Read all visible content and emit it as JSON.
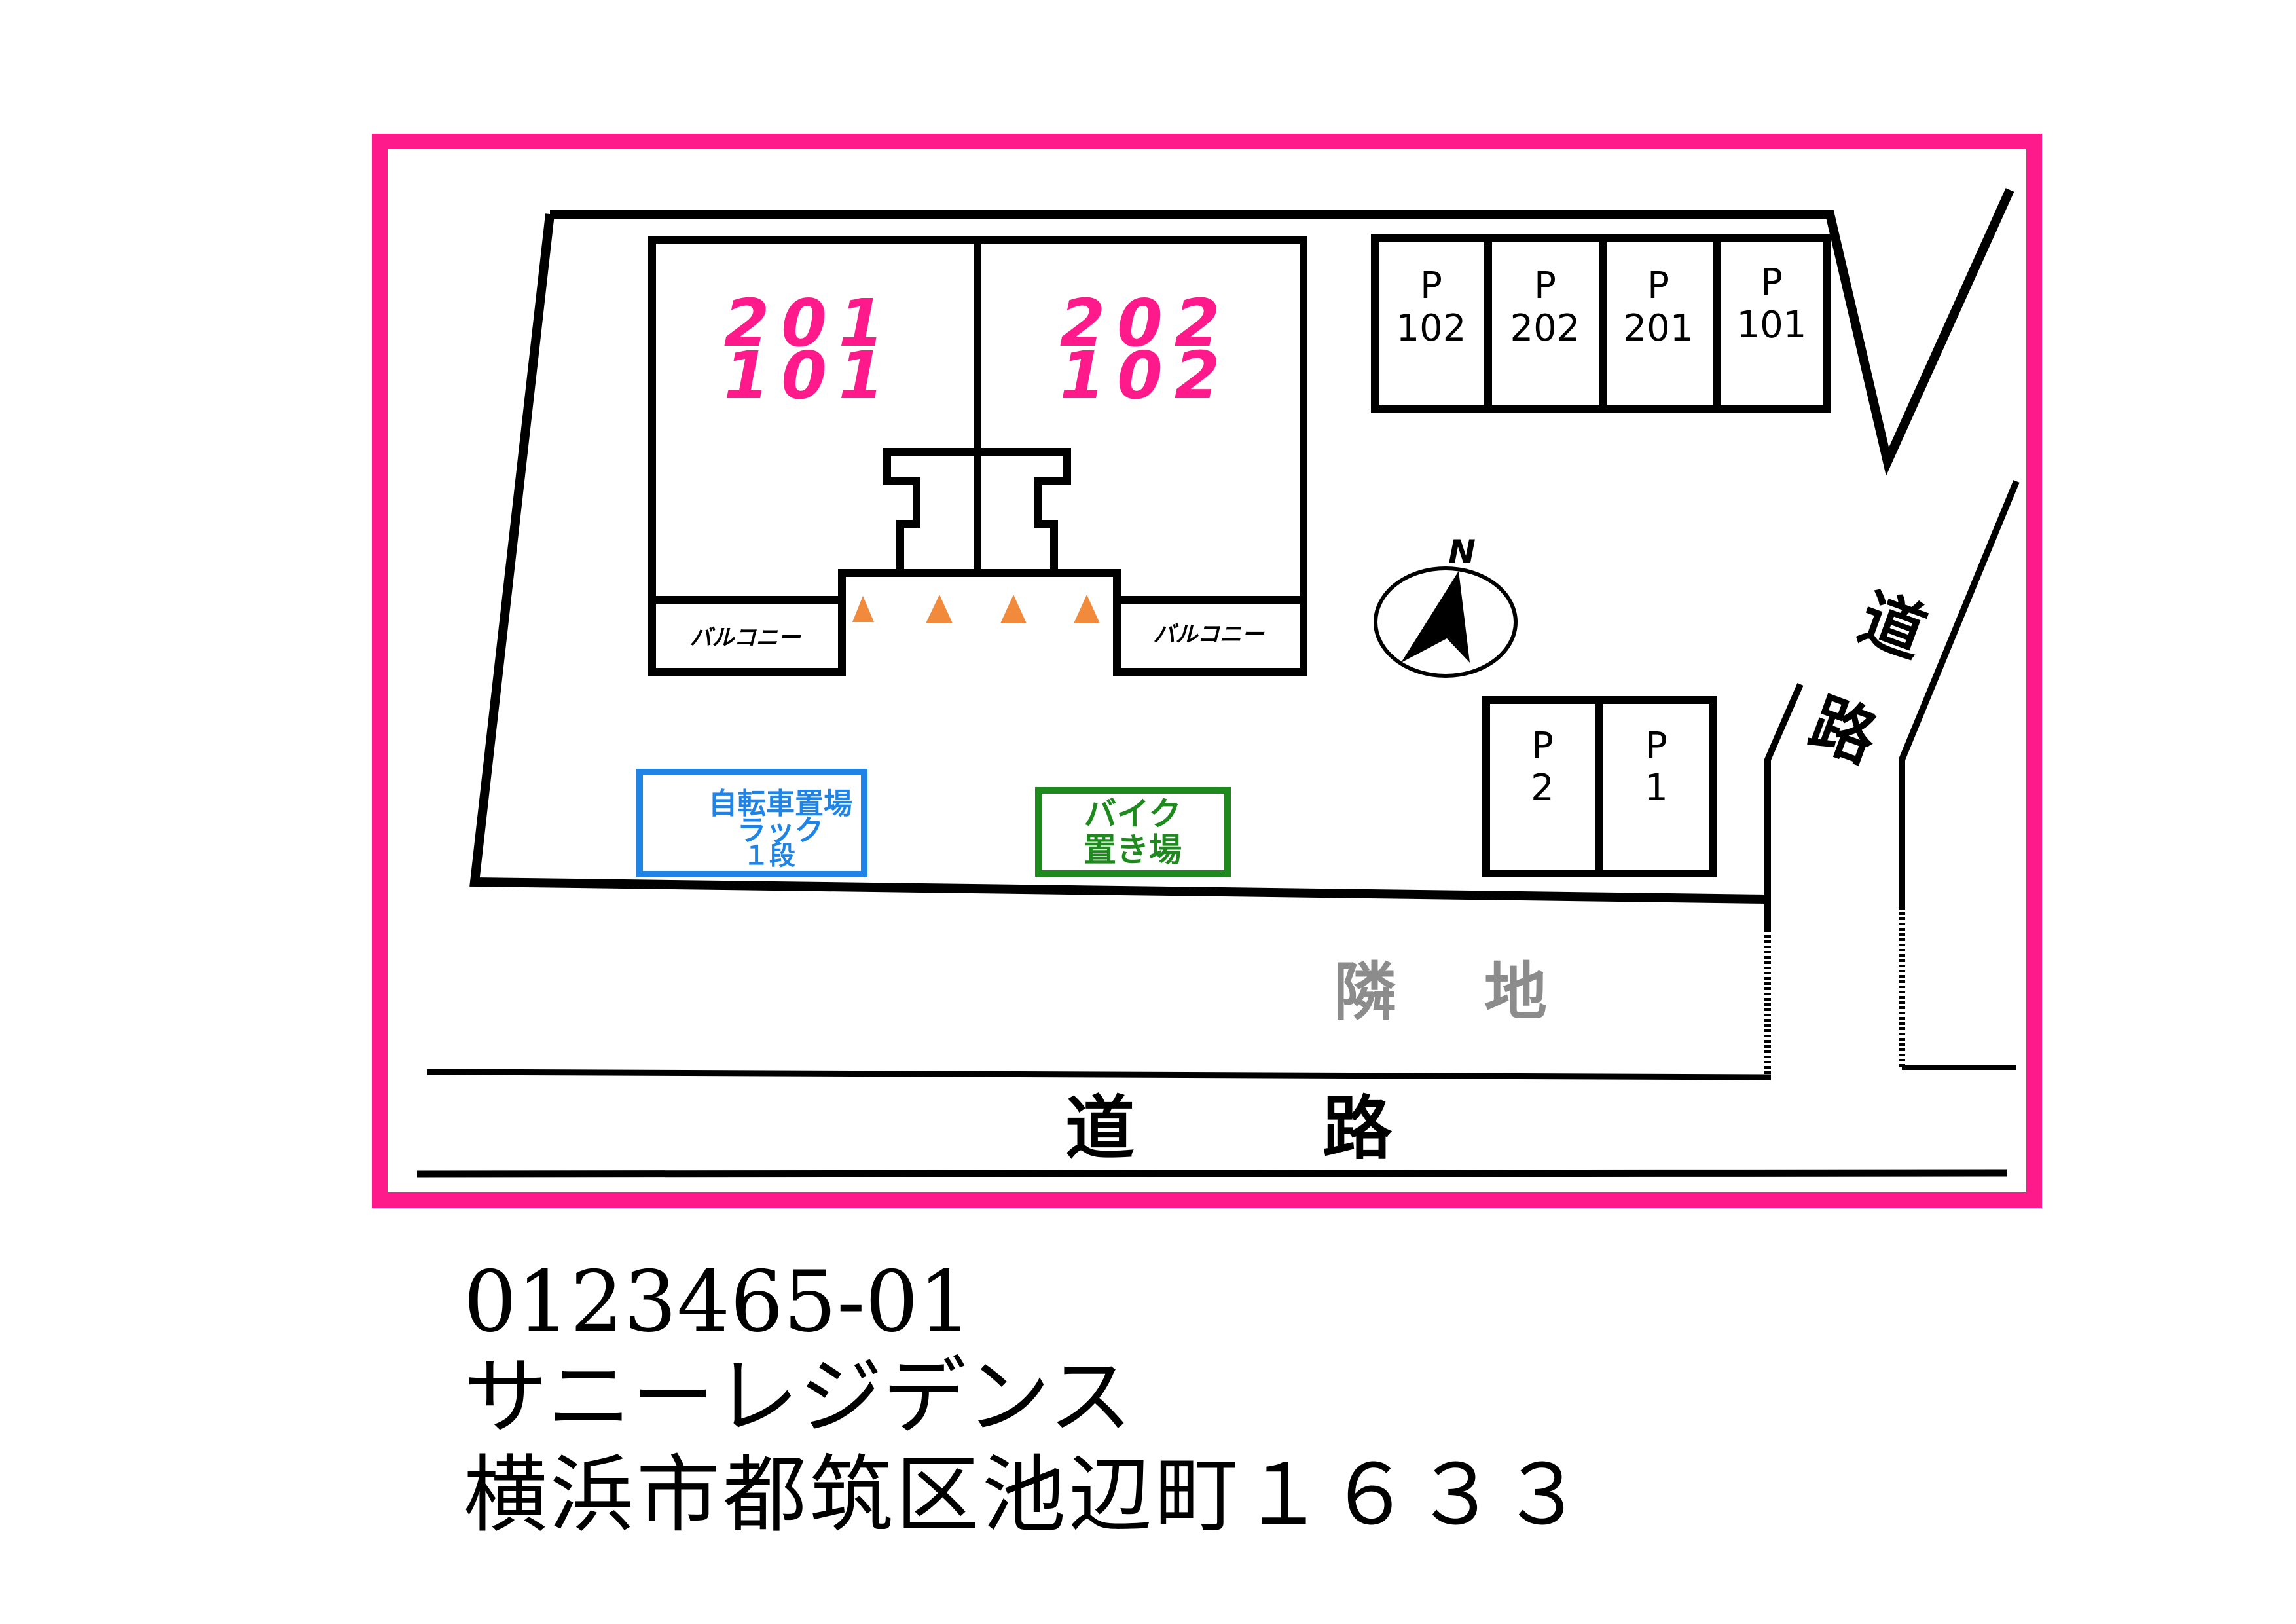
{
  "units": {
    "left": {
      "upper": "201",
      "lower": "101"
    },
    "right": {
      "upper": "202",
      "lower": "102"
    }
  },
  "balcony_label": "バルコニー",
  "parking_top": [
    {
      "p": "P",
      "num": "102"
    },
    {
      "p": "P",
      "num": "202"
    },
    {
      "p": "P",
      "num": "201"
    },
    {
      "p": "P",
      "num": "101"
    }
  ],
  "parking_bottom": [
    {
      "p": "P",
      "num": "2"
    },
    {
      "p": "P",
      "num": "1"
    }
  ],
  "compass": {
    "label": "N"
  },
  "bicycle_area": {
    "line1": "自転車置場",
    "line2": "ラック",
    "line3": "１段"
  },
  "motorbike_area": {
    "line1": "バイク",
    "line2": "置き場"
  },
  "neighbor_lot": {
    "char1": "隣",
    "char2": "地"
  },
  "road_bottom": {
    "char1": "道",
    "char2": "路"
  },
  "road_right": {
    "char1": "道",
    "char2": "路"
  },
  "info": {
    "id": "0123465-01",
    "name": "サニーレジデンス",
    "address": "横浜市都筑区池辺町１６３３"
  },
  "colors": {
    "frame": "#ff1a8c",
    "unit_labels": "#ff1a8c",
    "stair_marks": "#f28a3c",
    "bicycle": "#1f84e6",
    "motorbike": "#1e8a1e",
    "neighbor_text": "#8c8c8c"
  }
}
